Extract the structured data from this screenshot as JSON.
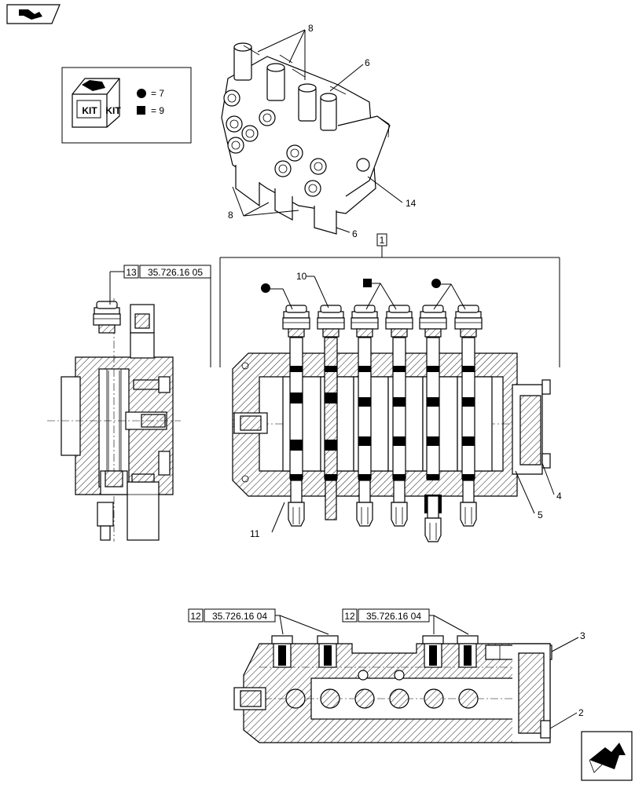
{
  "callouts": {
    "n8_top": "8",
    "n6_top": "6",
    "n8_bottom": "8",
    "n6_bottom": "6",
    "n14": "14",
    "n1": "1",
    "n10": "10",
    "n11": "11",
    "n4": "4",
    "n5": "5",
    "n3": "3",
    "n2": "2",
    "n13": "13",
    "ref13": "35.726.16 05",
    "n12a": "12",
    "ref12a": "35.726.16 04",
    "n12b": "12",
    "ref12b": "35.726.16 04"
  },
  "legend": {
    "kit_text_1": "KIT",
    "kit_text_2": "KIT",
    "circle_value": "= 7",
    "square_value": "= 9",
    "circle_symbol": "circle",
    "square_symbol": "square"
  },
  "icons": {
    "top_left": "navigation-arrow-icon",
    "bottom_right": "next-page-arrow-icon"
  }
}
